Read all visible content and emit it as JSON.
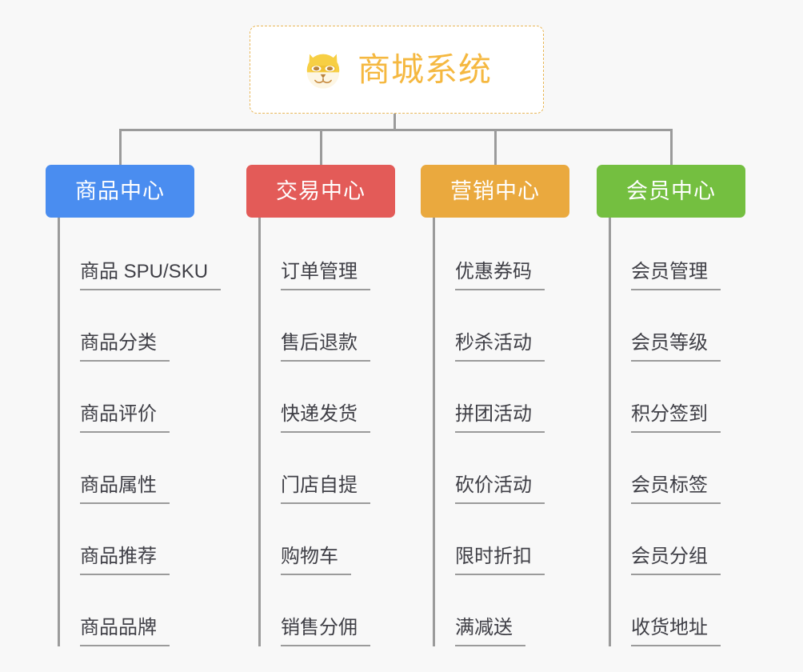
{
  "theme": {
    "background": "#f8f8f8",
    "connector_color": "#9b9b9b",
    "leaf_text_color": "#3f3f46",
    "root_border_color": "#e9b757",
    "root_text_color": "#f5b840"
  },
  "root": {
    "icon": "shiba-dog-icon",
    "title": "商城系统"
  },
  "categories": [
    {
      "label": "商品中心",
      "color": "#4a8df0",
      "items": [
        "商品 SPU/SKU",
        "商品分类",
        "商品评价",
        "商品属性",
        "商品推荐",
        "商品品牌"
      ]
    },
    {
      "label": "交易中心",
      "color": "#e35b58",
      "items": [
        "订单管理",
        "售后退款",
        "快递发货",
        "门店自提",
        "购物车",
        "销售分佣"
      ]
    },
    {
      "label": "营销中心",
      "color": "#eaa93e",
      "items": [
        "优惠券码",
        "秒杀活动",
        "拼团活动",
        "砍价活动",
        "限时折扣",
        "满减送"
      ]
    },
    {
      "label": "会员中心",
      "color": "#74bf40",
      "items": [
        "会员管理",
        "会员等级",
        "积分签到",
        "会员标签",
        "会员分组",
        "收货地址"
      ]
    }
  ]
}
